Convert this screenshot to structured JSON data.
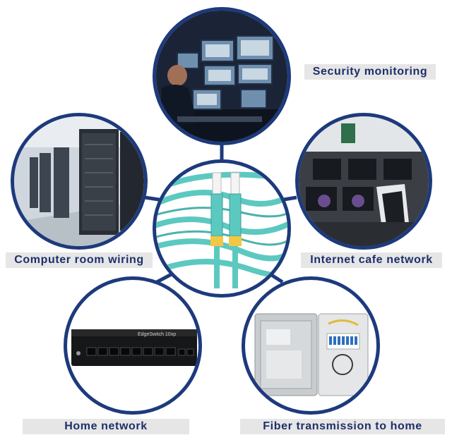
{
  "center": {
    "icon": "lc-fiber-patch-cable"
  },
  "applications": [
    {
      "label": "Security monitoring"
    },
    {
      "label": "Computer room wiring"
    },
    {
      "label": "Internet cafe network"
    },
    {
      "label": "Home network",
      "device_brand": "EdgeSwitch 10xp"
    },
    {
      "label": "Fiber transmission to home"
    }
  ],
  "colors": {
    "ring": "#1d3a7c",
    "label_text": "#1d2f6a",
    "label_bg": "#e6e6e6",
    "cable": "#5cc9c0"
  }
}
